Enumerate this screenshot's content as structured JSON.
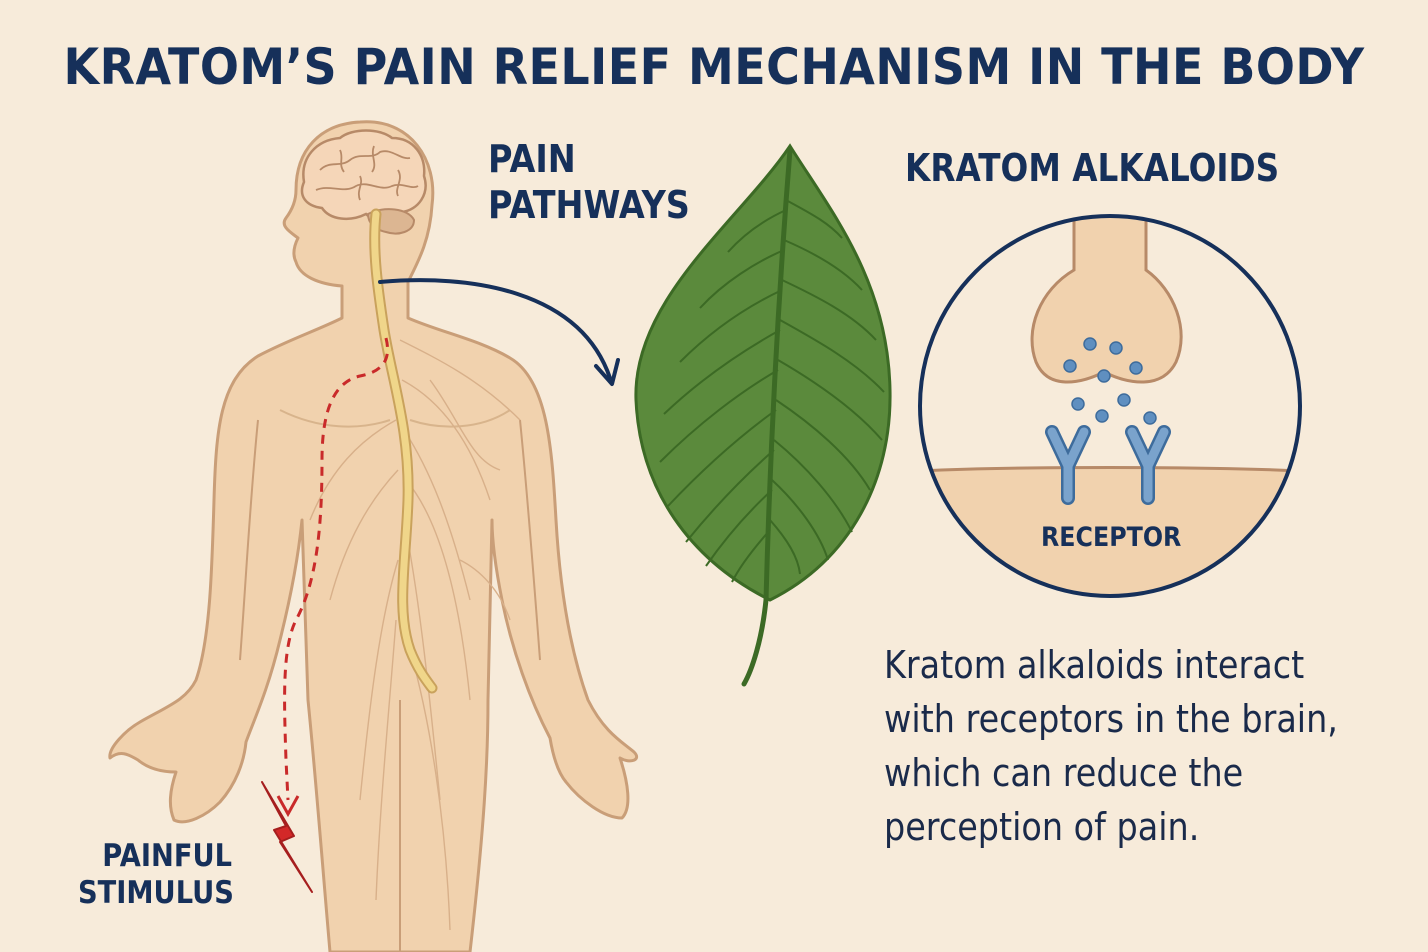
{
  "title": "KRATOM’S PAIN RELIEF MECHANISM IN THE BODY",
  "labels": {
    "pain_pathways_1": "PAIN",
    "pain_pathways_2": "PATHWAYS",
    "kratom_alkaloids": "KRATOM ALKALOIDS",
    "receptor": "RECEPTOR",
    "painful_stimulus_1": "PAINFUL",
    "painful_stimulus_2": "STIMULUS"
  },
  "description": "Kratom alkaloids interact with receptors in the brain, which can reduce the perception of pain.",
  "colors": {
    "background": "#f7ebda",
    "title": "#16305a",
    "skin": "#f1d2ae",
    "skin_outline": "#c99e78",
    "spinal_cord": "#f0d68a",
    "pain_signal": "#c92a2a",
    "leaf": "#5b8a3c",
    "leaf_vein": "#3c6a25",
    "molecule": "#5f8fc0",
    "receptor": "#7aa3cc"
  },
  "icons": {
    "lightning": "lightning-bolt-icon",
    "arrow": "curved-arrow-icon",
    "leaf": "kratom-leaf-icon"
  }
}
